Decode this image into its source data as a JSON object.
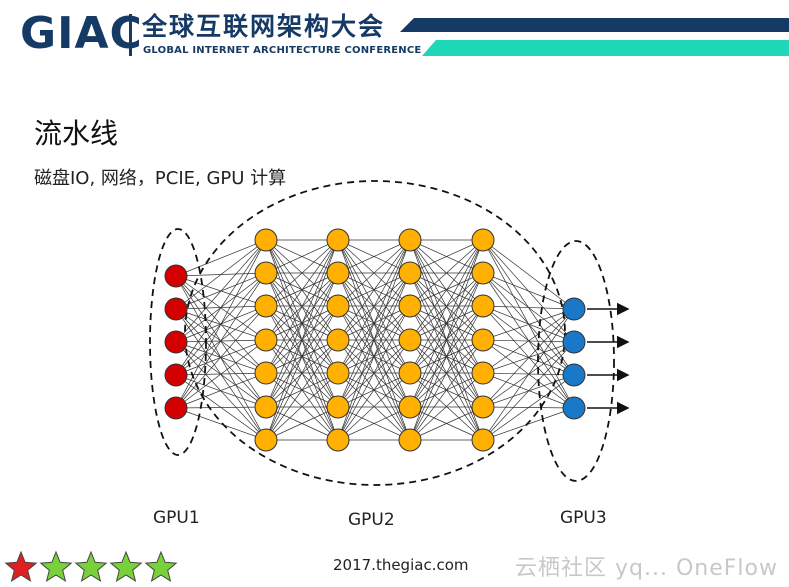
{
  "header": {
    "logo_text": "GIAC",
    "conference_cn": "全球互联网架构大会",
    "conference_en": "GLOBAL INTERNET ARCHITECTURE CONFERENCE",
    "band_colors": [
      "#163a66",
      "#1fd6b8"
    ]
  },
  "slide": {
    "title": "流水线",
    "subtitle": "磁盘IO, 网络，PCIE, GPU 计算"
  },
  "diagram": {
    "node_colors": {
      "input": "#d40000",
      "hidden": "#ffb000",
      "output": "#1a78c8"
    },
    "gpu_labels": [
      "GPU1",
      "GPU2",
      "GPU3"
    ]
  },
  "footer": {
    "url": "2017.thegiac.com",
    "rating": {
      "value": 5,
      "max": 5,
      "first_star_color": "#e02020",
      "other_star_color": "#76d13a"
    },
    "watermark": "云栖社区 yq... OneFlow"
  }
}
